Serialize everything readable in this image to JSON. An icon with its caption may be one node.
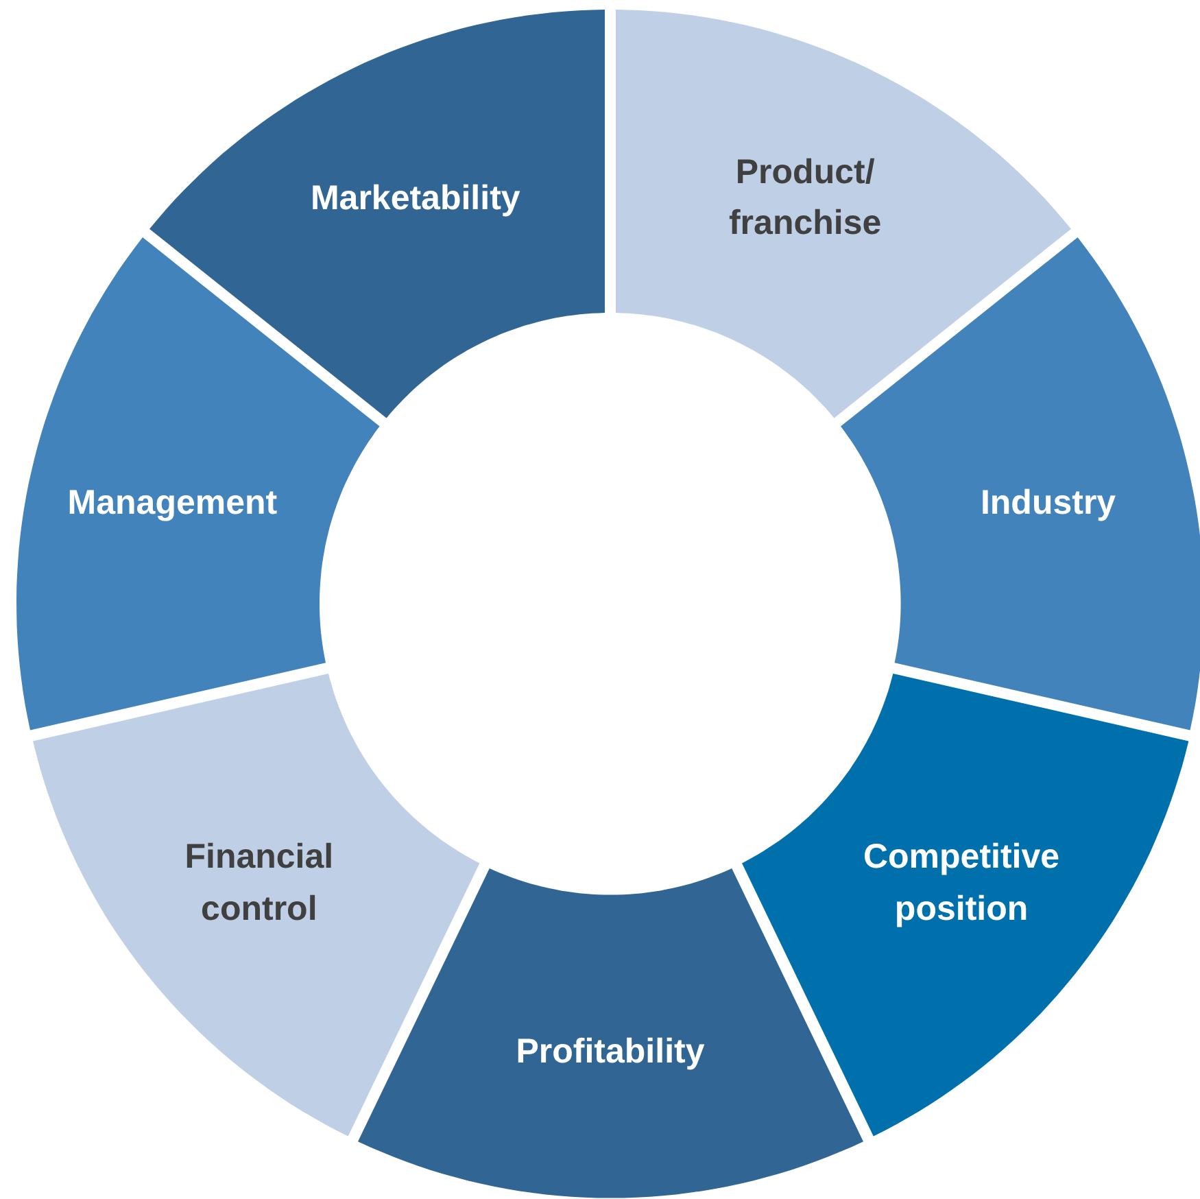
{
  "diagram": {
    "nodes": [
      {
        "text": [
          "Product/ franchise"
        ]
      },
      {
        "text": [
          "Industry"
        ]
      },
      {
        "text": [
          "Competitive position"
        ]
      },
      {
        "text": [
          "Profitability"
        ]
      },
      {
        "text": [
          "Financial control"
        ]
      },
      {
        "text": [
          "Management"
        ]
      },
      {
        "text": [
          "Marketability"
        ]
      }
    ]
  }
}
